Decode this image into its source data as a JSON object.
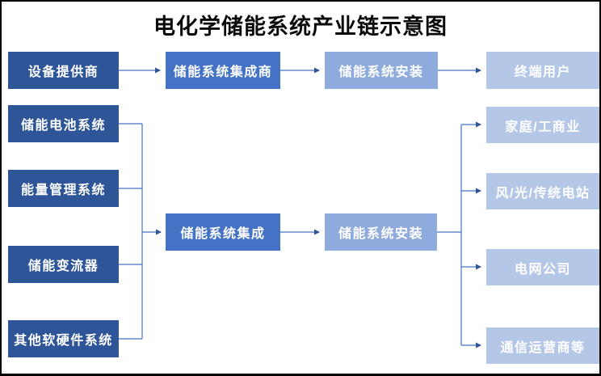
{
  "title": "电化学储能系统产业链示意图",
  "colors": {
    "background": "#ffffff",
    "page-border": "#000000",
    "box-dark": "#2E5597",
    "box-medium": "#4472C4",
    "box-light": "#8FAADC",
    "box-lightest": "#B4C7E7",
    "box-text": "#ffffff",
    "connector": "#4472C4",
    "arrowhead": "#2F5597"
  },
  "diagram": {
    "supply_chain_row": [
      {
        "label": "设备提供商",
        "tone": "dark"
      },
      {
        "label": "储能系统集成商",
        "tone": "medium"
      },
      {
        "label": "储能系统安装",
        "tone": "light"
      },
      {
        "label": "终端用户",
        "tone": "lightest"
      }
    ],
    "component_column": [
      {
        "label": "储能电池系统",
        "tone": "dark"
      },
      {
        "label": "能量管理系统",
        "tone": "dark"
      },
      {
        "label": "储能变流器",
        "tone": "dark"
      },
      {
        "label": "其他软硬件系统",
        "tone": "dark"
      }
    ],
    "integration_row": [
      {
        "label": "储能系统集成",
        "tone": "medium"
      },
      {
        "label": "储能系统安装",
        "tone": "light"
      }
    ],
    "end_user_column": [
      {
        "label": "家庭/工商业",
        "tone": "lightest"
      },
      {
        "label": "风/光/传统电站",
        "tone": "lightest"
      },
      {
        "label": "电网公司",
        "tone": "lightest"
      },
      {
        "label": "通信运营商等",
        "tone": "lightest"
      }
    ]
  }
}
